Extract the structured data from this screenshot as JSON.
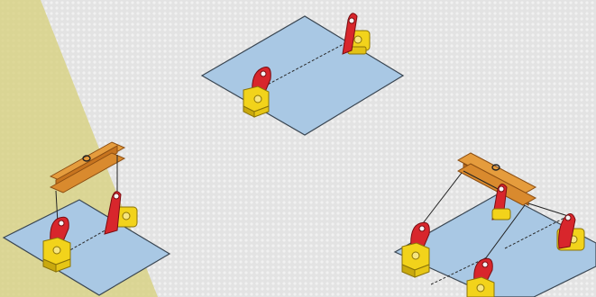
{
  "colors": {
    "background": "#e4e4e4",
    "background_texture": "#f2f2f2",
    "highlight_band": "#d6cf78",
    "plate": "#a9c8e4",
    "plate_edge": "#3a4652",
    "clamp_red": "#d8262c",
    "clamp_red_dark": "#9e1418",
    "clamp_yellow": "#f2d31b",
    "clamp_yellow_dark": "#b99a0a",
    "beam_orange": "#d98a2e",
    "beam_orange_dark": "#8c4e12",
    "chain": "#222222"
  },
  "scenes": [
    {
      "id": "two-clamps-on-plate",
      "clamps": 2,
      "spreader_beam": false,
      "lifting_lines": 0
    },
    {
      "id": "two-clamps-with-spreader-beam",
      "clamps": 2,
      "spreader_beam": true,
      "lifting_lines": 2
    },
    {
      "id": "four-clamps-with-spreader-beam",
      "clamps": 4,
      "spreader_beam": true,
      "lifting_lines": 4
    }
  ]
}
